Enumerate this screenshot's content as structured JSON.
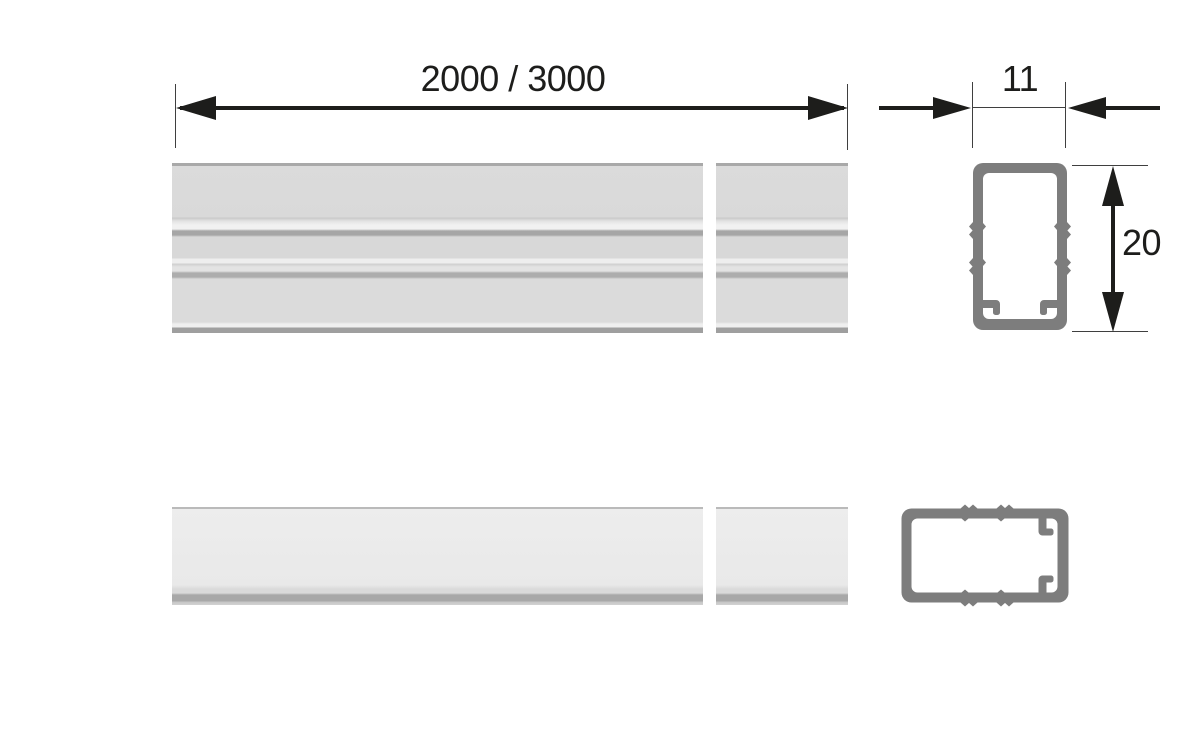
{
  "dimensions": {
    "length_label": "2000 / 3000",
    "width_label": "11",
    "height_label": "20"
  },
  "colors": {
    "background": "#ffffff",
    "dimension_line": "#1d1d1b",
    "extension_line": "#3f3f3f",
    "cross_section_fill": "#7d7d7d",
    "profile_top_fill": "#d9d9d9",
    "profile_bottom_fill": "#e9e9e9"
  },
  "icons": {
    "arrowhead_left": "filled-triangle-left",
    "arrowhead_right": "filled-triangle-right",
    "arrowhead_up": "filled-triangle-up",
    "arrowhead_down": "filled-triangle-down"
  }
}
